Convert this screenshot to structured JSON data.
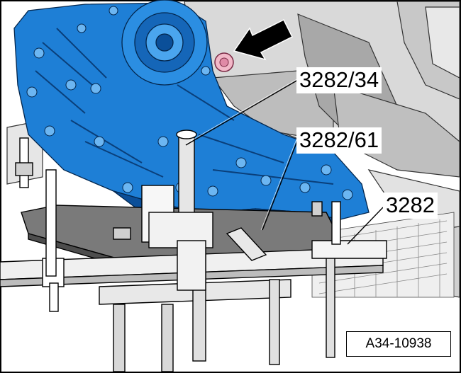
{
  "callouts": {
    "tool_1": "3282/34",
    "tool_2": "3282/61",
    "tool_3": "3282"
  },
  "figure_id": "A34-10938",
  "colors": {
    "housing_blue": "#1e7fd6",
    "housing_shadow": "#0b4f99",
    "bolt_highlight": "#f2b8c8",
    "arrow": "#000000",
    "frame": "#000000"
  },
  "icons": {
    "pointer": "arrow-icon"
  }
}
